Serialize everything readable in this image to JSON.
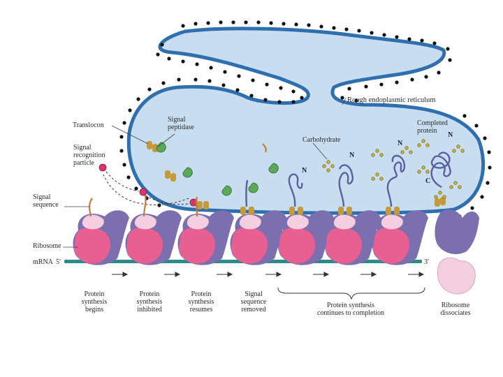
{
  "labels": {
    "rough_er": "Rough endoplasmic reticulum",
    "translocon": "Translocon",
    "signal_peptidase": "Signal\npeptidase",
    "srp": "Signal\nrecognition\nparticle",
    "signal_sequence": "Signal\nsequence",
    "carbohydrate": "Carbohydrate",
    "completed_protein": "Completed\nprotein",
    "ribosome": "Ribosome",
    "mrna": "mRNA",
    "five_prime": "5′",
    "three_prime": "3′",
    "n_terminus": "N",
    "c_terminus": "C"
  },
  "stages": [
    "Protein\nsynthesis\nbegins",
    "Protein\nsynthesis\ninhibited",
    "Protein\nsynthesis\nresumes",
    "Signal\nsequence\nremoved",
    "Protein synthesis\ncontinues to completion",
    "Ribosome\ndissociates"
  ],
  "colors": {
    "er_lumen": "#c8ddf0",
    "er_membrane": "#2f6fae",
    "ribosome_large": "#7b6fb0",
    "ribosome_body": "#e85f92",
    "ribosome_small_light": "#f4cfe0",
    "mrna": "#2e8a8a",
    "signal_peptidase": "#5aa95a",
    "srp": "#d8356a",
    "translocon": "#c49a3a",
    "carbohydrate": "#c9b84a"
  }
}
